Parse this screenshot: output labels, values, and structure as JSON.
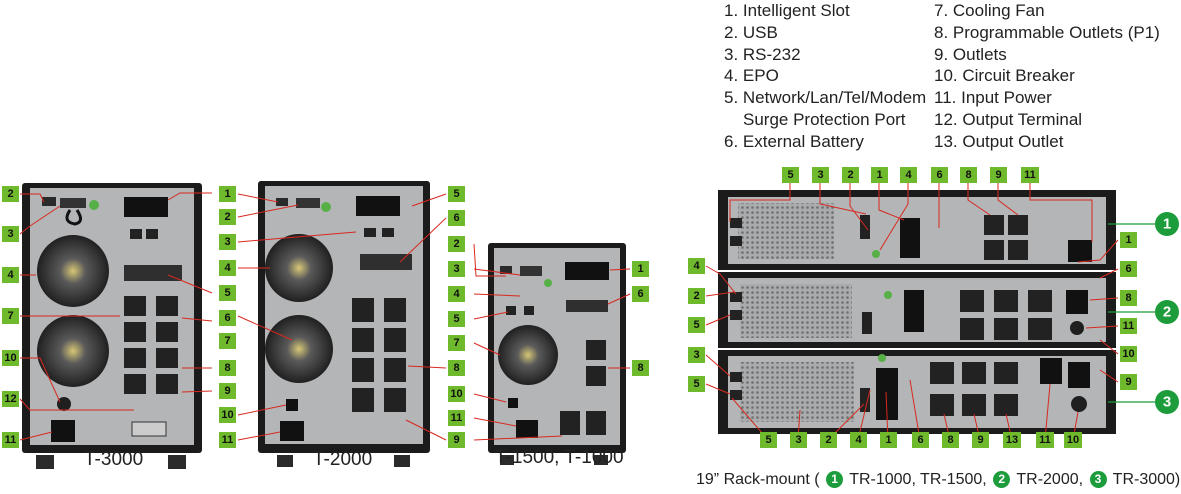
{
  "legend": {
    "col1": [
      "1. Intelligent Slot",
      "2. USB",
      "3. RS-232",
      "4. EPO",
      "5. Network/Lan/Tel/Modem",
      "Surge Protection Port",
      "6. External Battery"
    ],
    "col2": [
      "7. Cooling Fan",
      "8. Programmable Outlets (P1)",
      "9. Outlets",
      "10. Circuit Breaker",
      "11. Input Power",
      "12. Output Terminal",
      "13. Output Outlet"
    ]
  },
  "captions": {
    "t3000": "T-3000",
    "t2000": "T-2000",
    "t1500": "T-1500, T-1000"
  },
  "rack_caption": {
    "prefix": "19” Rack-mount (",
    "m1": "1",
    "t1": "TR-1000, TR-1500,",
    "m2": "2",
    "t2": "TR-2000,",
    "m3": "3",
    "t3": "TR-3000)"
  },
  "colors": {
    "tag_green": "#6fba2c",
    "circle_green": "#1d9c3b",
    "leader_red": "#d9281f",
    "panel_gray": "#b3b5b7",
    "body_black": "#1b1b1b"
  }
}
